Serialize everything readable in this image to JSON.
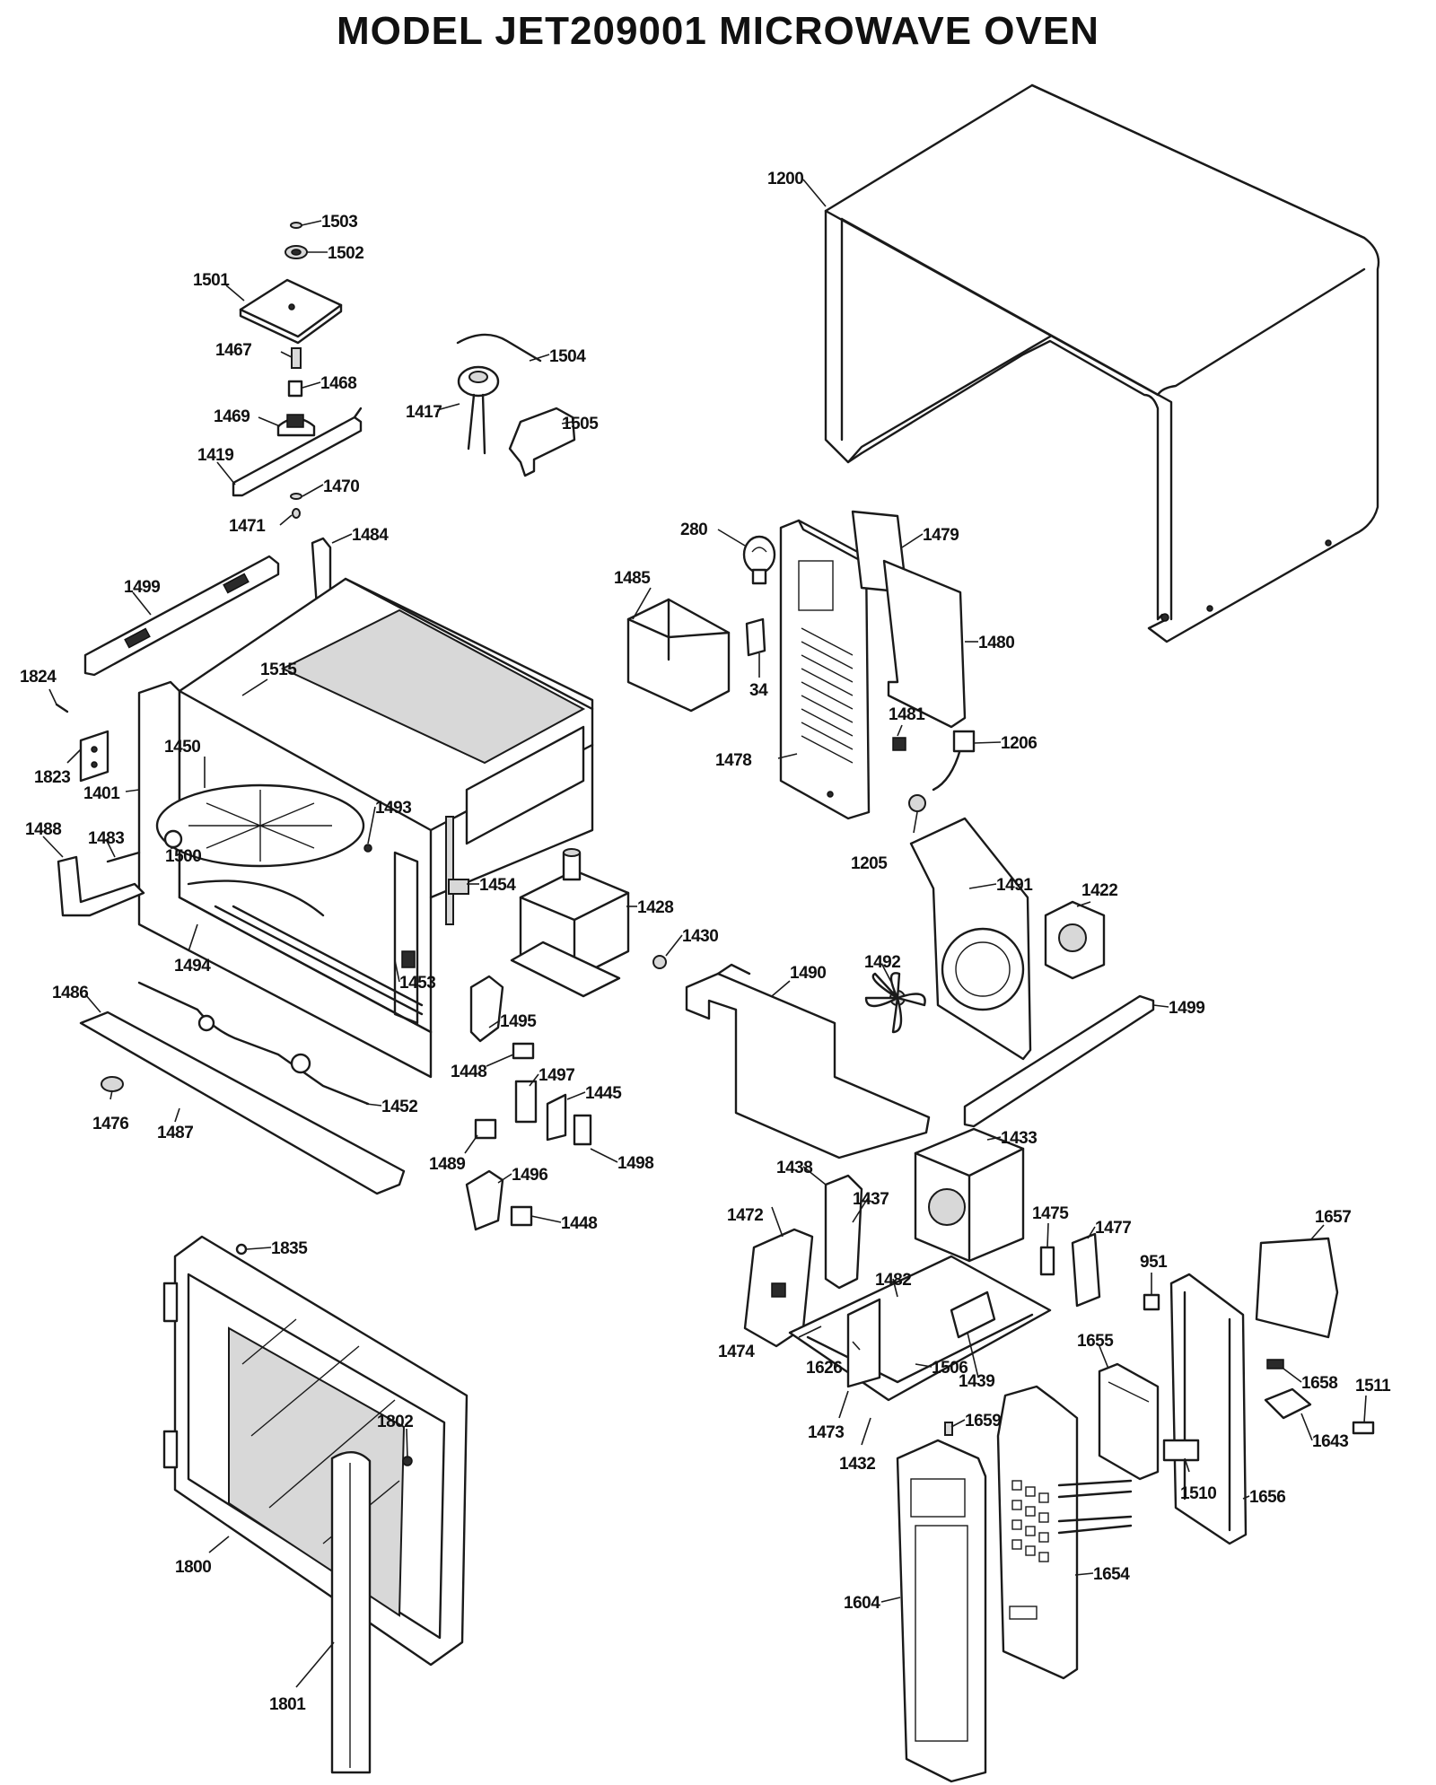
{
  "title": "MODEL  JET209001   MICROWAVE OVEN",
  "callouts": [
    {
      "id": "1200",
      "label": "1200"
    },
    {
      "id": "1503",
      "label": "1503"
    },
    {
      "id": "1502",
      "label": "1502"
    },
    {
      "id": "1501",
      "label": "1501"
    },
    {
      "id": "1504",
      "label": "1504"
    },
    {
      "id": "1467",
      "label": "1467"
    },
    {
      "id": "1468",
      "label": "1468"
    },
    {
      "id": "1417",
      "label": "1417"
    },
    {
      "id": "1469",
      "label": "1469"
    },
    {
      "id": "1505",
      "label": "1505"
    },
    {
      "id": "1419",
      "label": "1419"
    },
    {
      "id": "1470",
      "label": "1470"
    },
    {
      "id": "1471",
      "label": "1471"
    },
    {
      "id": "1484",
      "label": "1484"
    },
    {
      "id": "280",
      "label": "280"
    },
    {
      "id": "1479",
      "label": "1479"
    },
    {
      "id": "1499a",
      "label": "1499"
    },
    {
      "id": "1485",
      "label": "1485"
    },
    {
      "id": "1480",
      "label": "1480"
    },
    {
      "id": "1824",
      "label": "1824"
    },
    {
      "id": "1515",
      "label": "1515"
    },
    {
      "id": "34",
      "label": "34"
    },
    {
      "id": "1481",
      "label": "1481"
    },
    {
      "id": "1206",
      "label": "1206"
    },
    {
      "id": "1823",
      "label": "1823"
    },
    {
      "id": "1450",
      "label": "1450"
    },
    {
      "id": "1478",
      "label": "1478"
    },
    {
      "id": "1401",
      "label": "1401"
    },
    {
      "id": "1493",
      "label": "1493"
    },
    {
      "id": "1488",
      "label": "1488"
    },
    {
      "id": "1483",
      "label": "1483"
    },
    {
      "id": "1500",
      "label": "1500"
    },
    {
      "id": "1205",
      "label": "1205"
    },
    {
      "id": "1491",
      "label": "1491"
    },
    {
      "id": "1454",
      "label": "1454"
    },
    {
      "id": "1422",
      "label": "1422"
    },
    {
      "id": "1428",
      "label": "1428"
    },
    {
      "id": "1430",
      "label": "1430"
    },
    {
      "id": "1494",
      "label": "1494"
    },
    {
      "id": "1453",
      "label": "1453"
    },
    {
      "id": "1490",
      "label": "1490"
    },
    {
      "id": "1492",
      "label": "1492"
    },
    {
      "id": "1486",
      "label": "1486"
    },
    {
      "id": "1495",
      "label": "1495"
    },
    {
      "id": "1499b",
      "label": "1499"
    },
    {
      "id": "1448a",
      "label": "1448"
    },
    {
      "id": "1497",
      "label": "1497"
    },
    {
      "id": "1445",
      "label": "1445"
    },
    {
      "id": "1476",
      "label": "1476"
    },
    {
      "id": "1487",
      "label": "1487"
    },
    {
      "id": "1452",
      "label": "1452"
    },
    {
      "id": "1489",
      "label": "1489"
    },
    {
      "id": "1498",
      "label": "1498"
    },
    {
      "id": "1496",
      "label": "1496"
    },
    {
      "id": "1433",
      "label": "1433"
    },
    {
      "id": "1438",
      "label": "1438"
    },
    {
      "id": "1437",
      "label": "1437"
    },
    {
      "id": "1472",
      "label": "1472"
    },
    {
      "id": "1448b",
      "label": "1448"
    },
    {
      "id": "1475",
      "label": "1475"
    },
    {
      "id": "1477",
      "label": "1477"
    },
    {
      "id": "1657",
      "label": "1657"
    },
    {
      "id": "1835",
      "label": "1835"
    },
    {
      "id": "951",
      "label": "951"
    },
    {
      "id": "1482",
      "label": "1482"
    },
    {
      "id": "1474",
      "label": "1474"
    },
    {
      "id": "1626",
      "label": "1626"
    },
    {
      "id": "1506",
      "label": "1506"
    },
    {
      "id": "1439",
      "label": "1439"
    },
    {
      "id": "1655",
      "label": "1655"
    },
    {
      "id": "1658",
      "label": "1658"
    },
    {
      "id": "1511",
      "label": "1511"
    },
    {
      "id": "1473",
      "label": "1473"
    },
    {
      "id": "1802",
      "label": "1802"
    },
    {
      "id": "1659",
      "label": "1659"
    },
    {
      "id": "1643",
      "label": "1643"
    },
    {
      "id": "1432",
      "label": "1432"
    },
    {
      "id": "1510",
      "label": "1510"
    },
    {
      "id": "1656",
      "label": "1656"
    },
    {
      "id": "1800",
      "label": "1800"
    },
    {
      "id": "1654",
      "label": "1654"
    },
    {
      "id": "1604",
      "label": "1604"
    },
    {
      "id": "1801",
      "label": "1801"
    }
  ]
}
